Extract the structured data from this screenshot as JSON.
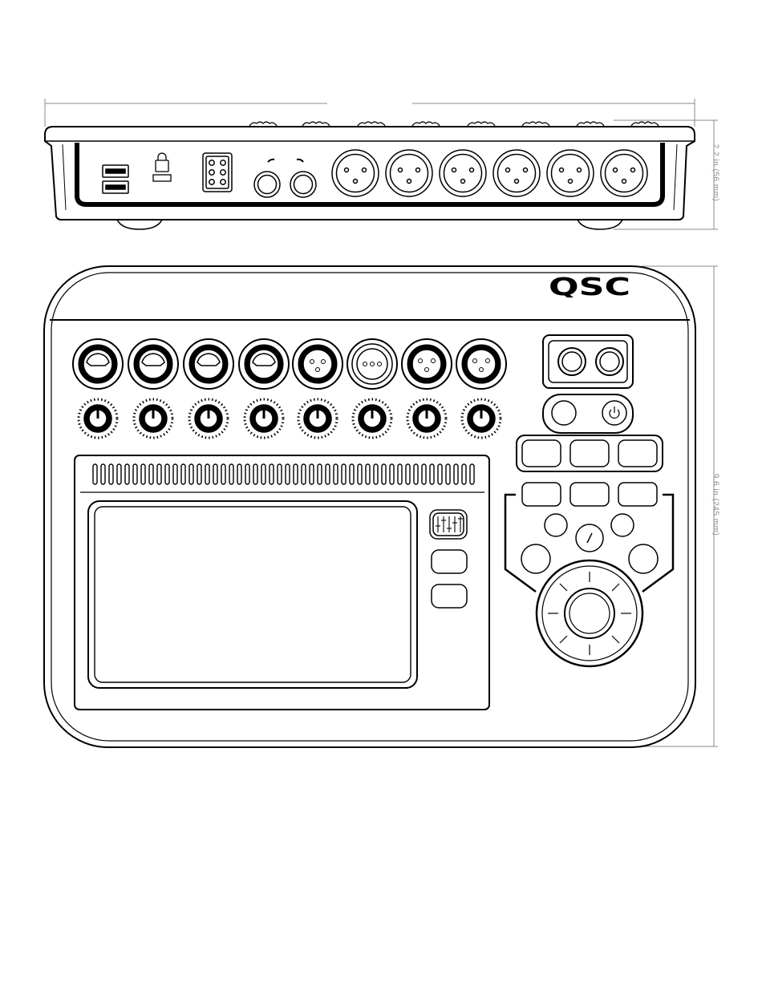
{
  "dimensions": {
    "height_label": "2.2 in (56 mm)",
    "depth_label": "9.6 in (245 mm)"
  },
  "brand": {
    "logo_text": "QSC"
  },
  "rear_panel": {
    "usb_port_count": 2,
    "kensington_glyph": "K",
    "xlr_output_count": 6,
    "trs_output_count": 2
  },
  "top_panel": {
    "channel_input_count": 8,
    "gain_knob_count": 8,
    "fader_icon": "mixer-fader-icon",
    "power_icon": "power-icon"
  },
  "colors": {
    "line": "#000000",
    "dimension": "#8a8a8a",
    "background": "#ffffff"
  }
}
